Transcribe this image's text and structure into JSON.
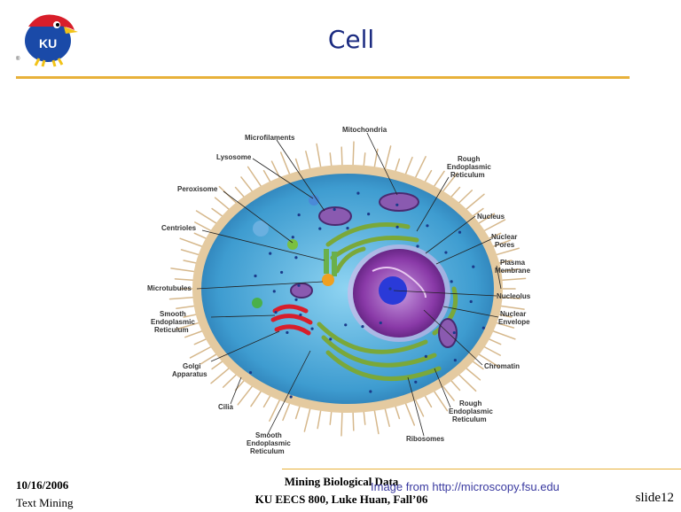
{
  "slide": {
    "title": "Cell",
    "logo_text": "KU",
    "date": "10/16/2006",
    "course_topic": "Text Mining",
    "subtitle": "Mining Biological Data",
    "course_info": "KU EECS 800, Luke Huan, Fall’06",
    "image_credit": "Image from http://microscopy.fsu.edu",
    "slide_number": "slide12"
  },
  "labels": {
    "mitochondria": "Mitochondria",
    "microfilaments": "Microfilaments",
    "lysosome": "Lysosome",
    "peroxisome": "Peroxisome",
    "centrioles": "Centrioles",
    "microtubules": "Microtubules",
    "smooth_er_left_1": "Smooth",
    "smooth_er_left_2": "Endoplasmic",
    "smooth_er_left_3": "Reticulum",
    "golgi_1": "Golgi",
    "golgi_2": "Apparatus",
    "cilia": "Cilia",
    "smooth_er_bottom_1": "Smooth",
    "smooth_er_bottom_2": "Endoplasmic",
    "smooth_er_bottom_3": "Reticulum",
    "ribosomes": "Ribosomes",
    "rough_er_bottom_1": "Rough",
    "rough_er_bottom_2": "Endoplasmic",
    "rough_er_bottom_3": "Reticulum",
    "chromatin": "Chromatin",
    "nuclear_envelope_1": "Nuclear",
    "nuclear_envelope_2": "Envelope",
    "nucleolus": "Nucleolus",
    "plasma_membrane_1": "Plasma",
    "plasma_membrane_2": "Membrane",
    "nuclear_pores_1": "Nuclear",
    "nuclear_pores_2": "Pores",
    "nucleus": "Nucleus",
    "rough_er_top_1": "Rough",
    "rough_er_top_2": "Endoplasmic",
    "rough_er_top_3": "Reticulum"
  },
  "colors": {
    "title": "#1a2a80",
    "rule": "#e8b13a",
    "cytoplasm": "#4aa8d8",
    "nucleus": "#8a3aa8",
    "membrane": "#d8b890"
  }
}
